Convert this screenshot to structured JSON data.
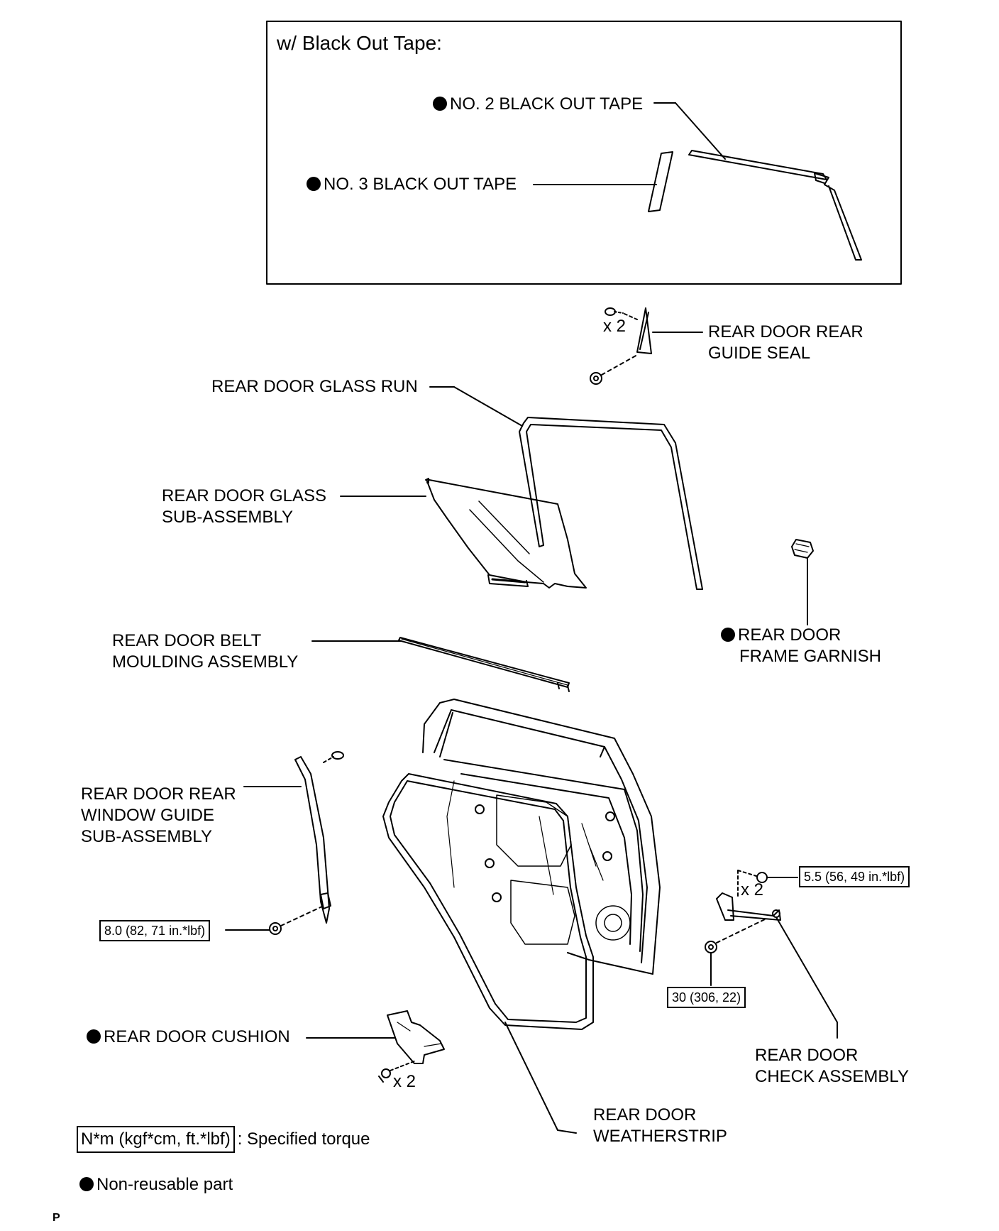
{
  "inset": {
    "title": "w/ Black Out Tape:"
  },
  "labels": {
    "no2_black_out_tape": "NO. 2 BLACK OUT TAPE",
    "no3_black_out_tape": "NO. 3 BLACK OUT TAPE",
    "rear_door_rear_guide_seal": [
      "REAR DOOR REAR",
      "GUIDE SEAL"
    ],
    "rear_door_glass_run": "REAR DOOR GLASS RUN",
    "rear_door_glass_sub_assembly": [
      "REAR DOOR GLASS",
      "SUB-ASSEMBLY"
    ],
    "rear_door_frame_garnish": [
      "REAR DOOR",
      "FRAME GARNISH"
    ],
    "rear_door_belt_moulding_assembly": [
      "REAR DOOR BELT",
      "MOULDING ASSEMBLY"
    ],
    "rear_door_rear_window_guide_sub_assembly": [
      "REAR DOOR REAR",
      "WINDOW GUIDE",
      "SUB-ASSEMBLY"
    ],
    "rear_door_cushion": "REAR DOOR CUSHION",
    "rear_door_check_assembly": [
      "REAR DOOR",
      "CHECK ASSEMBLY"
    ],
    "rear_door_weatherstrip": [
      "REAR DOOR",
      "WEATHERSTRIP"
    ]
  },
  "quantities": {
    "guide_seal_screws": "x 2",
    "check_bolts": "x 2",
    "cushion_clips": "x 2"
  },
  "torques": {
    "window_guide_bolt": "8.0 (82, 71 in.*lbf)",
    "check_upper_bolt": "5.5 (56, 49 in.*lbf)",
    "check_lower_bolt": "30 (306, 22)"
  },
  "legend": {
    "torque_box": "N*m (kgf*cm, ft.*lbf)",
    "torque_text": ": Specified torque",
    "nonreusable_text": "Non-reusable part"
  },
  "footer_code": "P"
}
